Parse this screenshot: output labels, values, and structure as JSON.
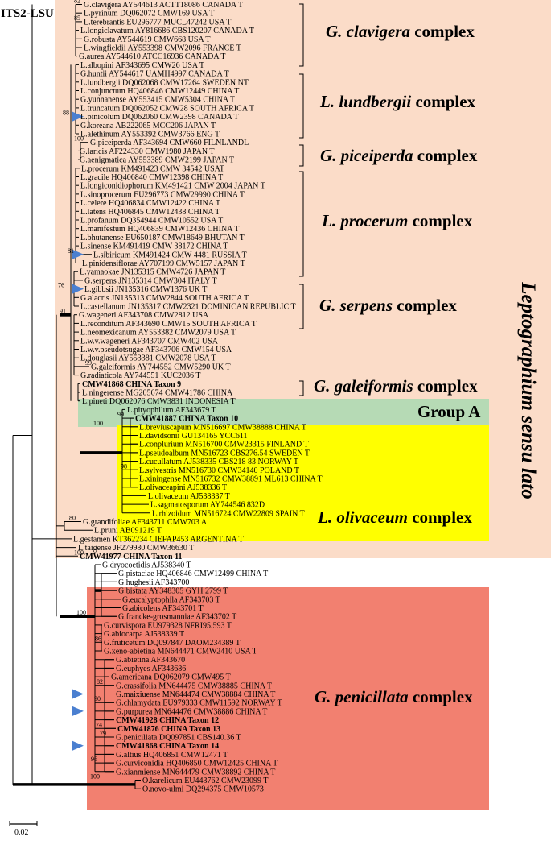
{
  "title": "ITS2-LSU",
  "scale_label": "0.02",
  "vertical_label": "Leptographium sensu lato",
  "colors": {
    "sensu_lato_bg": "#fbdcc8",
    "group_a": "#b6dab5",
    "olivaceum": "#ffff00",
    "penicillata": "#f28070",
    "marker": "#4a7fd0"
  },
  "complexes": [
    {
      "italic": "G. clavigera",
      "suffix": "complex"
    },
    {
      "italic": "L. lundbergii",
      "suffix": "complex"
    },
    {
      "italic": "G. piceiperda",
      "suffix": "complex"
    },
    {
      "italic": "L. procerum",
      "suffix": "complex"
    },
    {
      "italic": "G. serpens",
      "suffix": "complex"
    },
    {
      "italic": "G. galeiformis",
      "suffix": "complex"
    },
    {
      "italic": "",
      "suffix": "Group A"
    },
    {
      "italic": "L. olivaceum",
      "suffix": "complex"
    },
    {
      "italic": "G. penicillata",
      "suffix": "complex"
    }
  ],
  "taxa": [
    {
      "label": "G.clavigera AY544613 ACTT18086 CANADA T"
    },
    {
      "label": "L.pyrinum DQ062072 CMW169 USA T"
    },
    {
      "label": "L.terebrantis EU296777 MUCL47242 USA T"
    },
    {
      "label": "L.longiclavatum AY816686 CBS120207 CANADA T"
    },
    {
      "label": "G.robusta AY544619 CMW668 USA T"
    },
    {
      "label": "L.wingfieldii AY553398 CMW2096 FRANCE T"
    },
    {
      "label": "G.aurea AY544610 ATCC16936 CANADA T"
    },
    {
      "label": "L.albopini AF343695 CMW26 USA T"
    },
    {
      "label": "G.huntii AY544617 UAMH4997 CANADA T"
    },
    {
      "label": "L.lundbergii DQ062068 CMW17264 SWEDEN NT"
    },
    {
      "label": "L.conjunctum HQ406846 CMW12449 CHINA T"
    },
    {
      "label": "G.yunnanense AY553415 CMW5304 CHINA T"
    },
    {
      "label": "L.truncatum DQ062052 CMW28 SOUTH AFRICA T"
    },
    {
      "label": "L.pinicolum DQ062060 CMW2398 CANADA T"
    },
    {
      "label": "G.koreana AB222065 MCC206 JAPAN T"
    },
    {
      "label": "L.alethinum AY553392 CMW3766 ENG T"
    },
    {
      "label": "G.piceiperda AF343694 CMW660 FILNLANDL"
    },
    {
      "label": "G.laricis AF224330 CMW1980 JAPAN T"
    },
    {
      "label": "G.aenigmatica AY553389 CMW2199 JAPAN T"
    },
    {
      "label": "L.procerum KM491423 CMW 34542 USAT"
    },
    {
      "label": "L.gracile HQ406840 CMW12398 CHINA T"
    },
    {
      "label": "L.longiconidiophorum KM491421 CMW 2004 JAPAN T"
    },
    {
      "label": "L.sinoprocerum EU296773 CMW29990 CHINA T"
    },
    {
      "label": "L.celere HQ406834 CMW12422 CHINA T"
    },
    {
      "label": "L.latens HQ406845 CMW12438 CHINA T"
    },
    {
      "label": "L.profanum DQ354944 CMW10552 USA T"
    },
    {
      "label": "L.manifestum HQ406839 CMW12436 CHINA T"
    },
    {
      "label": "L.bhutanense EU650187 CMW18649 BHUTAN T"
    },
    {
      "label": "L.sinense KM491419 CMW 38172 CHINA T"
    },
    {
      "label": "L.sibiricum KM491424 CMW 4481 RUSSIA T"
    },
    {
      "label": "L.pinidensiflorae AY707199 CMW5157 JAPAN T"
    },
    {
      "label": "L.yamaokae JN135315 CMW4726 JAPAN T"
    },
    {
      "label": "G.serpens JN135314 CMW304 ITALY T"
    },
    {
      "label": "L.gibbsii JN135316 CMW1376 UK T"
    },
    {
      "label": "G.alacris JN135313 CMW2844 SOUTH AFRICA T"
    },
    {
      "label": "L.castellanum JN135317 CMW2321 DOMINICAN REPUBLIC T"
    },
    {
      "label": "G.wageneri AF343708 CMW2812 USA"
    },
    {
      "label": "L.reconditum AF343690 CMW15 SOUTH AFRICA T"
    },
    {
      "label": "L.neomexicanum AY553382 CMW2079 USA T"
    },
    {
      "label": "L.w.v.wageneri AF343707 CMW402 USA"
    },
    {
      "label": "L.w.v.pseudotsugae AF343706 CMW154 USA"
    },
    {
      "label": "L.douglasii AY553381 CMW2078 USA T"
    },
    {
      "label": "G.galeiformis AY744552 CMW5290 UK T"
    },
    {
      "label": "G.radiaticola AY744551 KUC2036 T"
    },
    {
      "label": "CMW41868 CHINA Taxon 9",
      "bold": true
    },
    {
      "label": "L.ningerense MG205674 CMW41786 CHINA"
    },
    {
      "label": "L.pineti DQ062076 CMW3831 INDONESIA T"
    },
    {
      "label": "L.pityophilum AF343679 T"
    },
    {
      "label": "CMW41887 CHINA Taxon 10",
      "bold": true
    },
    {
      "label": "L.breviuscapum MN516697 CMW38888 CHINA T"
    },
    {
      "label": "L.davidsonii GU134165 YCC611"
    },
    {
      "label": "L.conplurium MN516700 CMW23315 FINLAND T"
    },
    {
      "label": "L.pseudoalbum MN516723 CBS276.54 SWEDEN T"
    },
    {
      "label": "L.cucullatum AJ538335 CBS218 83 NORWAY T"
    },
    {
      "label": "L.sylvestris MN516730 CMW34140 POLAND T"
    },
    {
      "label": "L.xiningense MN516732 CMW38891 ML613 CHINA T"
    },
    {
      "label": "L.olivaceapini AJ538336 T"
    },
    {
      "label": "L.olivaceum AJ538337 T"
    },
    {
      "label": "L.sagmatosporum AY744546 832D"
    },
    {
      "label": "L.rhizoidum MN516724 CMW22809 SPAIN T"
    },
    {
      "label": "G.grandifoliae AF343711 CMW703 A"
    },
    {
      "label": "L.pruni AB091219 T"
    },
    {
      "label": "L.gestamen KT362234 CIEFAP453 ARGENTINA T"
    },
    {
      "label": "L.taigense JF279980 CMW36630 T"
    },
    {
      "label": "CMW41977 CHINA Taxon 11",
      "bold": true
    },
    {
      "label": "G.dryocoetidis AJ538340 T"
    },
    {
      "label": "G.pistaciae HQ406846 CMW12499 CHINA T"
    },
    {
      "label": "G.hughesii AF343700"
    },
    {
      "label": "G.bistata AY348305 GYH 2799 T"
    },
    {
      "label": "G.eucalyptophila AF343703 T"
    },
    {
      "label": "G.abicolens AF343701 T"
    },
    {
      "label": "G.francke-grosmanniae AF343702 T"
    },
    {
      "label": "G.curvispora EU979328 NFRI95.593 T"
    },
    {
      "label": "G.abiocarpa AJ538339 T"
    },
    {
      "label": "G.fruticetum DQ097847 DAOM234389 T"
    },
    {
      "label": "G.xeno-abietina MN644471 CMW2410 USA T"
    },
    {
      "label": "G.abietina AF343670"
    },
    {
      "label": "G.euphyes AF343686"
    },
    {
      "label": "G.americana DQ062079 CMW495 T"
    },
    {
      "label": "G.crassifolia MN644475 CMW38885 CHINA T"
    },
    {
      "label": "G.maixiuense MN644474 CMW38884 CHINA T"
    },
    {
      "label": "G.chlamydata EU979333 CMW11592 NORWAY T"
    },
    {
      "label": "G.purpurea MN644476 CMW38886 CHINA T"
    },
    {
      "label": "CMW41928 CHINA Taxon 12",
      "bold": true
    },
    {
      "label": "CMW41876 CHINA Taxon 13",
      "bold": true
    },
    {
      "label": "G.penicillata DQ097851 CBS140.36 T"
    },
    {
      "label": "CMW41868 CHINA Taxon 14",
      "bold": true
    },
    {
      "label": "G.altius HQ406851 CMW12471 T"
    },
    {
      "label": "G.curviconidia HQ406850 CMW12425 CHINA T"
    },
    {
      "label": "G.xianmiense MN644479 CMW38892 CHINA T"
    },
    {
      "label": "O.karelicum EU443762 CMW23099 T"
    },
    {
      "label": "O.novo-ulmi DQ294375 CMW10573"
    }
  ],
  "support_values": [
    "82",
    "85",
    "88",
    "100",
    "81",
    "76",
    "91",
    "99",
    "100",
    "99",
    "98",
    "80",
    "100",
    "100",
    "86",
    "82",
    "90",
    "74",
    "79",
    "96",
    "100"
  ]
}
